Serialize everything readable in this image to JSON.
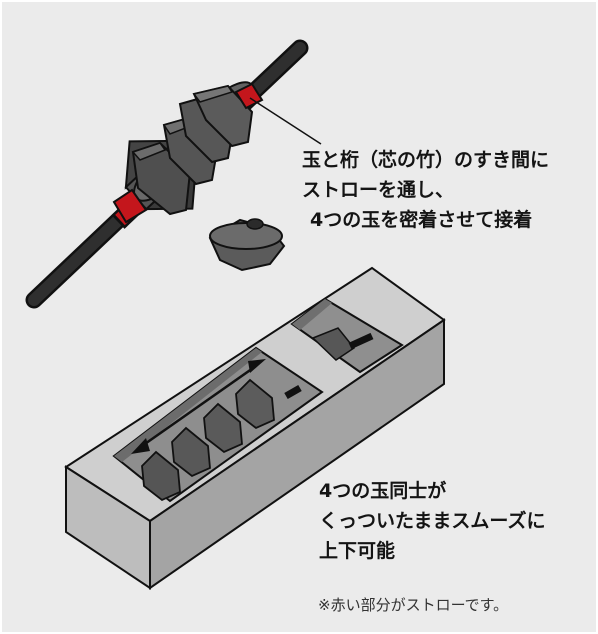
{
  "colors": {
    "background": "#ebebeb",
    "straw": "#c4161c",
    "bead": "#5a5a5a",
    "bead_dark": "#2e2e2e",
    "stick": "#2b2b2b",
    "tray_top": "#c8c8c8",
    "tray_side": "#9a9a9a",
    "tray_well": "#8c8c8c",
    "text": "#141414"
  },
  "callouts": {
    "top": {
      "line1": "玉と桁（芯の竹）のすき間に",
      "line2": "ストローを通し、",
      "line3": "4つの玉を密着させて接着"
    },
    "bottom": {
      "line1": "4つの玉同士が",
      "line2": "くっついたままスムーズに",
      "line3": "上下可能"
    }
  },
  "footnote": "※赤い部分がストローです。"
}
